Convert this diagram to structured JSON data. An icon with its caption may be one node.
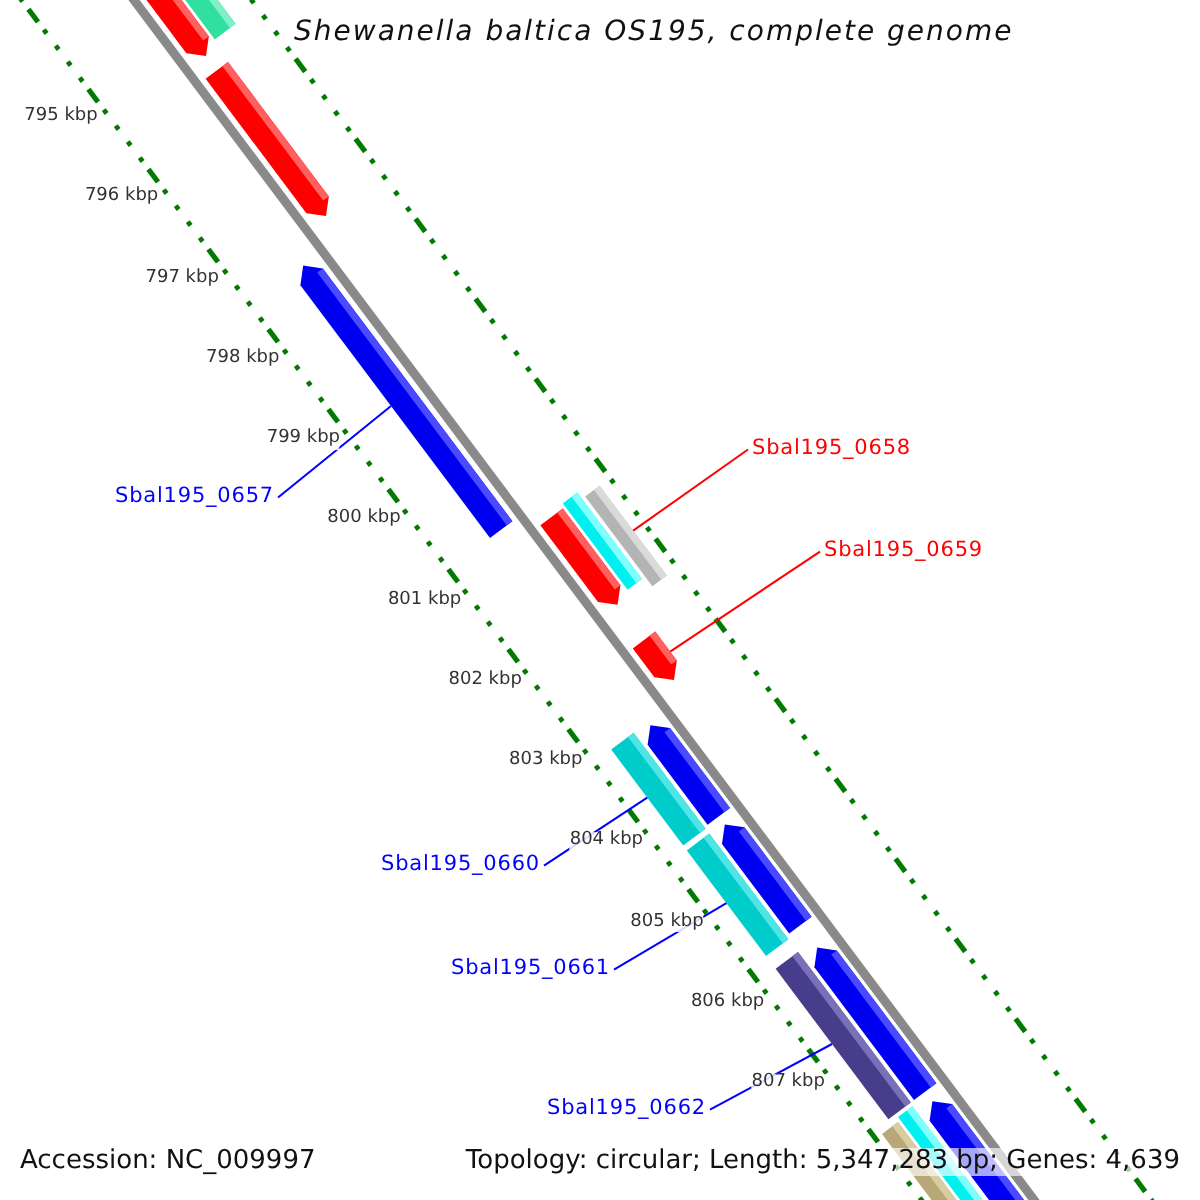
{
  "diagram": {
    "title": "Shewanella baltica OS195, complete genome",
    "nodes": [
      {
        "text": [
          "Sbal195_0658"
        ]
      },
      {
        "text": [],
        "shape": "bar"
      },
      {
        "text": [
          "Sbal195_0657"
        ]
      },
      {
        "text": [],
        "shape": "bar"
      },
      {
        "text": [
          "Sbal195_0659"
        ]
      },
      {
        "text": [],
        "shape": "bar"
      },
      {
        "text": [
          "Sbal195_0660"
        ]
      },
      {
        "text": [],
        "shape": "bar"
      },
      {
        "text": [
          "Sbal195_0661"
        ]
      },
      {
        "text": [],
        "shape": "bar"
      },
      {
        "text": [
          "Sbal195_0662"
        ]
      },
      {
        "text": [],
        "shape": "bar"
      }
    ],
    "edges": [
      {
        "from": 0,
        "to": 1,
        "arrow": "none",
        "color": "#ff0000"
      },
      {
        "from": 2,
        "to": 3,
        "arrow": "none"
      },
      {
        "from": 4,
        "to": 5,
        "arrow": "none",
        "color": "#ff0000"
      },
      {
        "from": 6,
        "to": 7,
        "arrow": "none"
      },
      {
        "from": 8,
        "to": 9,
        "arrow": "none"
      },
      {
        "from": 10,
        "to": 11,
        "arrow": "none"
      }
    ],
    "labels": [
      "795 kbp",
      "796 kbp",
      "797 kbp",
      "798 kbp",
      "799 kbp",
      "800 kbp",
      "801 kbp",
      "802 kbp",
      "803 kbp",
      "804 kbp",
      "805 kbp",
      "806 kbp",
      "807 kbp",
      "Accession: NC_009997",
      "Topology: circular; Length: 5,347,283 bp; Genes: 4,639"
    ]
  }
}
